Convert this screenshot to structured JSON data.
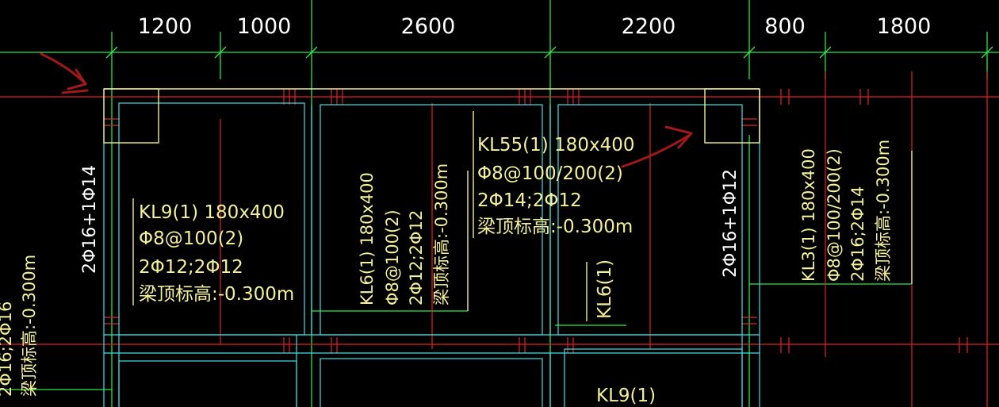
{
  "dimensions": [
    "1200",
    "1000",
    "2600",
    "2200",
    "800",
    "1800"
  ],
  "colors": {
    "background": "#000000",
    "axis": "#e3202a",
    "dimension_line": "#2fe84a",
    "beam_outline": "#40e0e8",
    "column": "#f2ee8c",
    "annotation": "#f4f09a",
    "arrow": "#a01818"
  },
  "labels": {
    "kl9_top": {
      "name": "KL9(1) 180x400",
      "stirrup": "Φ8@100(2)",
      "bars": "2Φ12;2Φ12",
      "elevation": "梁顶标高:-0.300m"
    },
    "kl55": {
      "name": "KL55(1) 180x400",
      "stirrup": "Φ8@100/200(2)",
      "bars": "2Φ14;2Φ12",
      "elevation": "梁顶标高:-0.300m"
    },
    "kl6_left": {
      "name": "KL6(1) 180x400",
      "stirrup": "Φ8@100(2)",
      "bars": "2Φ12;2Φ12",
      "elevation": "梁顶标高:-0.300m"
    },
    "kl6_small": "KL6(1)",
    "kl3": {
      "name": "KL3(1) 180x400",
      "stirrup": "Φ8@100/200(2)",
      "bars": "2Φ16;2Φ14",
      "elevation": "梁顶标高:-0.300m"
    },
    "vertical_left": "2Φ16+1Φ14",
    "vertical_right": "2Φ16+1Φ12",
    "far_left_bars": "2Φ16;2Φ16",
    "far_left_elevation": "梁顶标高:-0.300m",
    "kl9_bottom": "KL9(1)"
  }
}
